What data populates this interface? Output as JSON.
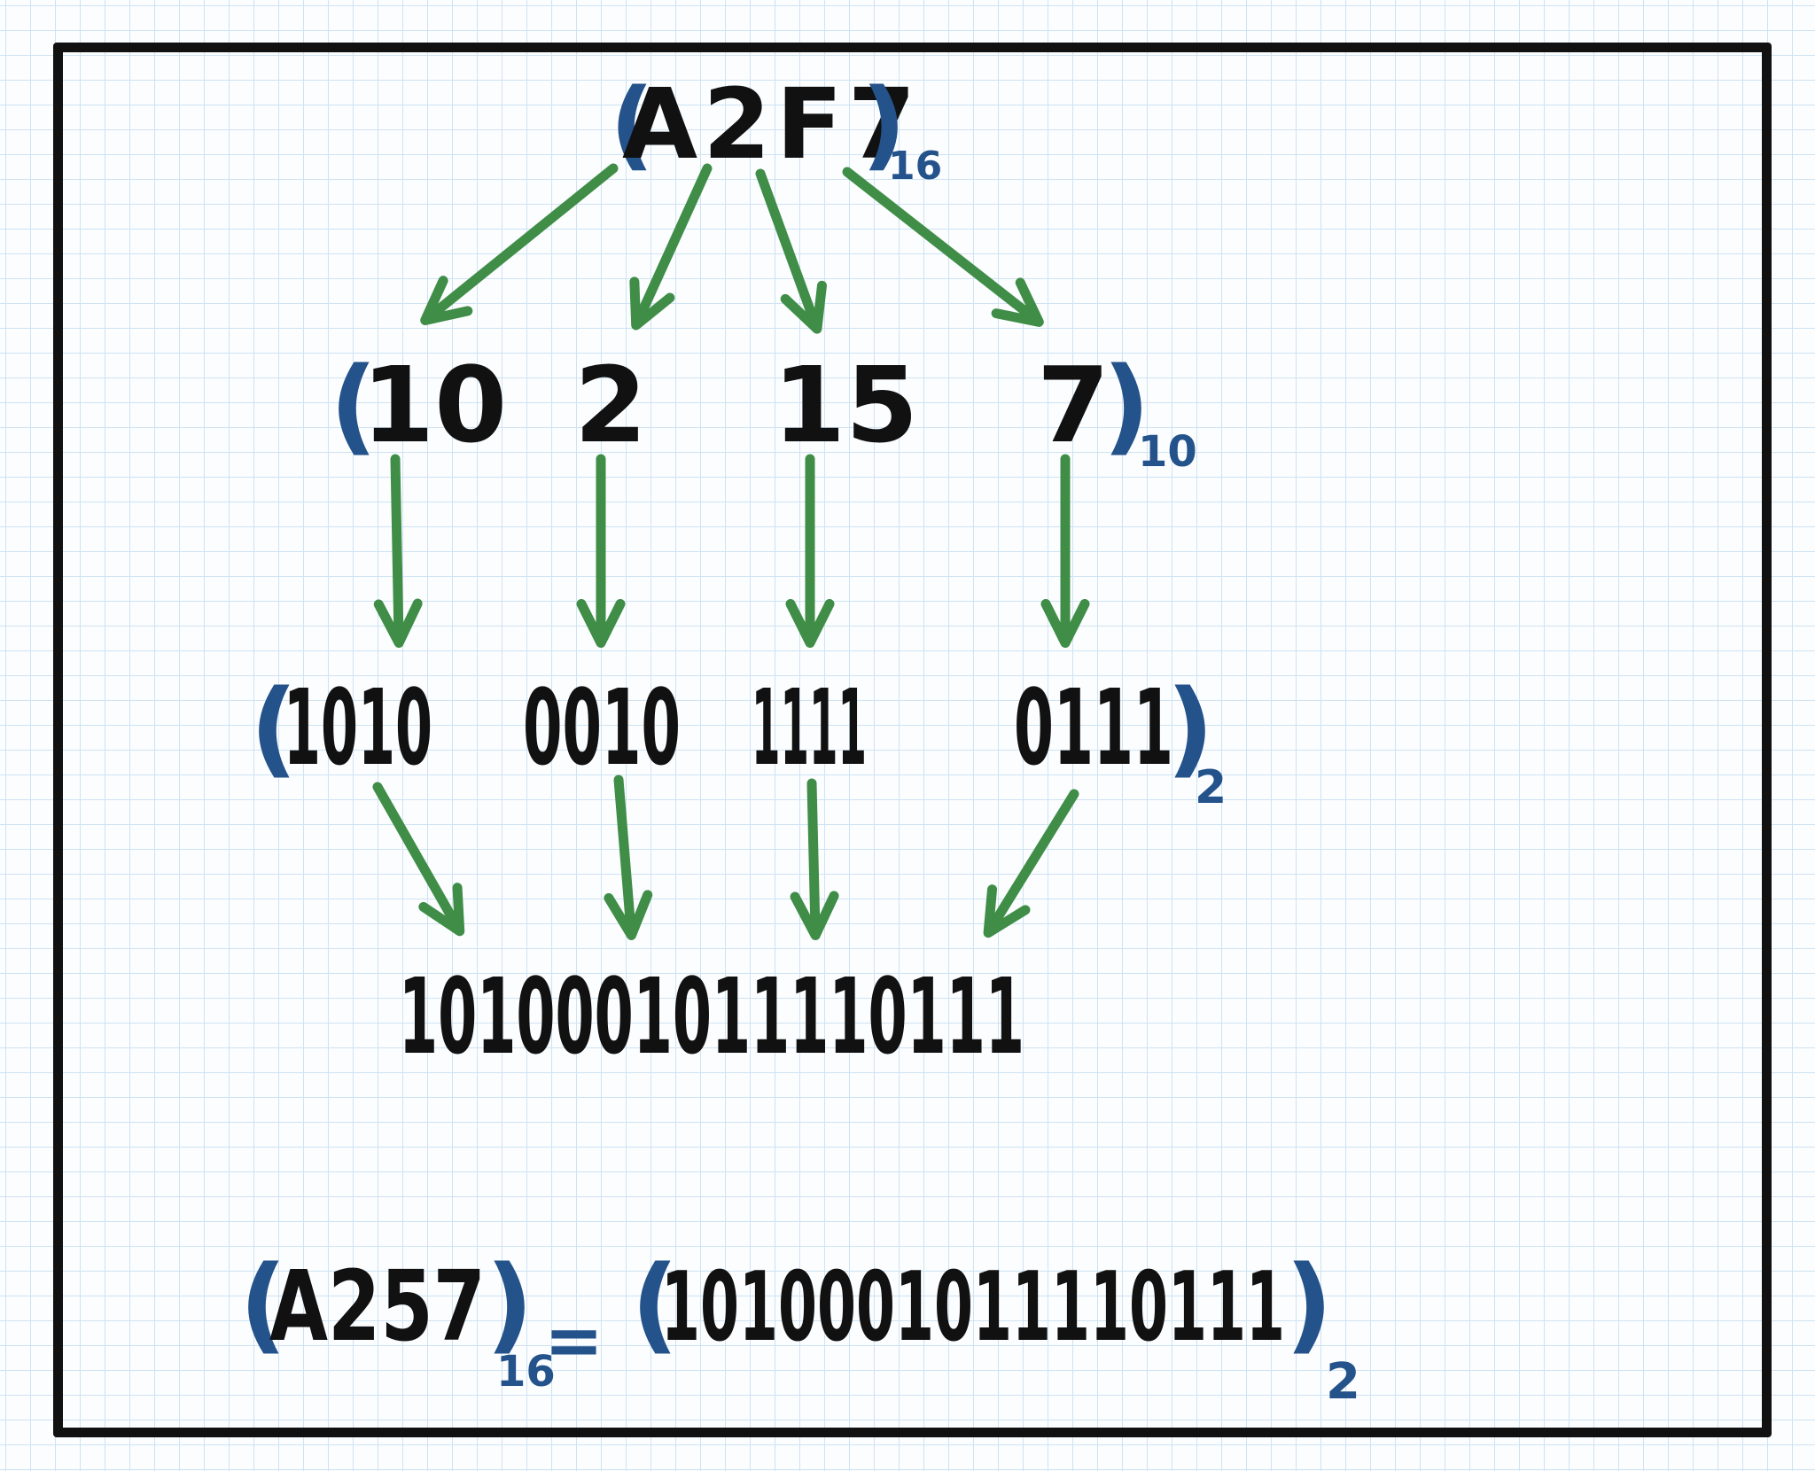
{
  "colors": {
    "ink": "#111111",
    "bracket": "#24528a",
    "arrow": "#3f8d47",
    "grid": "#cfe3f3"
  },
  "top": {
    "open": "(",
    "digits": "A2F7",
    "close": ")",
    "base": "16"
  },
  "decimal": {
    "open": "(",
    "values": [
      "10",
      "2",
      "15",
      "7"
    ],
    "close": ")",
    "base": "10"
  },
  "binary": {
    "open": "(",
    "groups": [
      "1010",
      "0010",
      "1111",
      "0111"
    ],
    "close": ")",
    "base": "2"
  },
  "combined": "1010001011110111",
  "equation": {
    "lhs_open": "(",
    "lhs_digits": "A257",
    "lhs_close": ")",
    "lhs_base": "16",
    "equals": "=",
    "rhs_open": "(",
    "rhs_digits": "1010001011110111",
    "rhs_close": ")",
    "rhs_base": "2"
  }
}
